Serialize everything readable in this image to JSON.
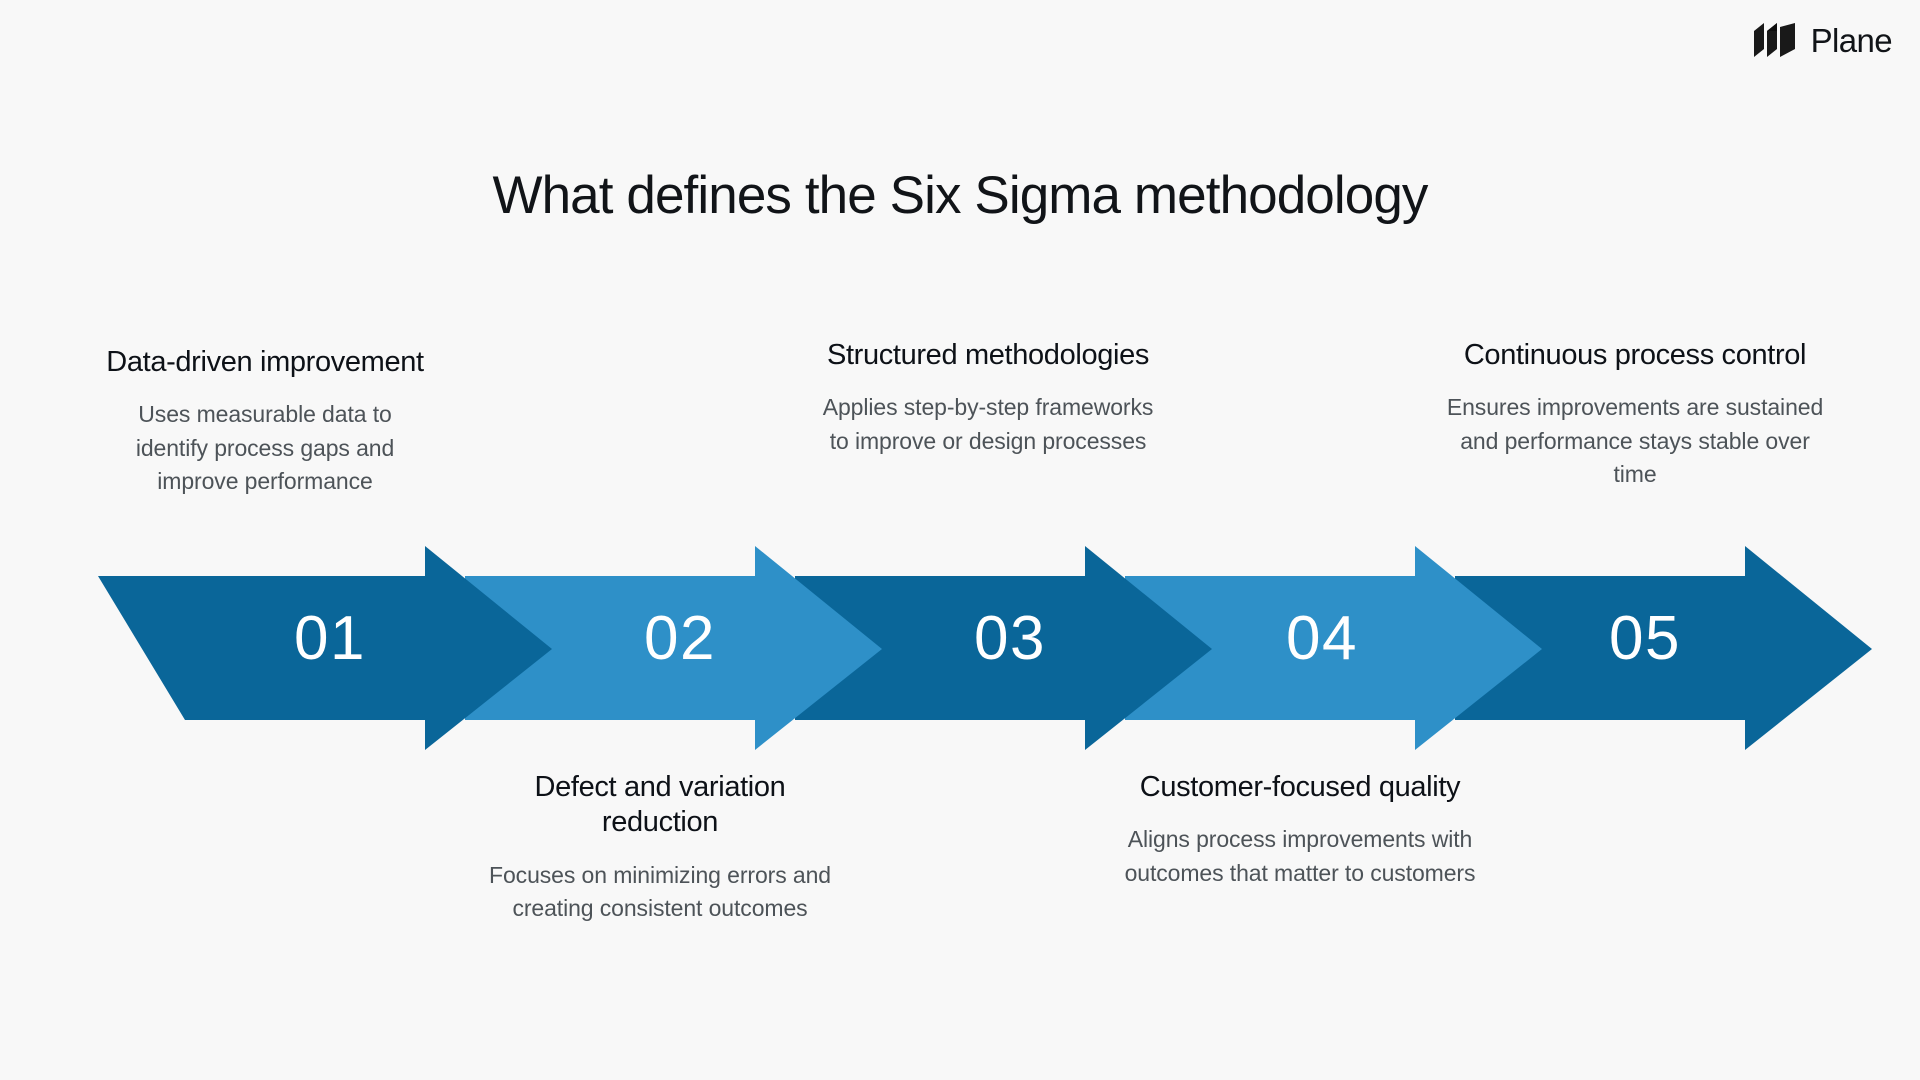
{
  "brand": {
    "name": "Plane",
    "logo_icon": "plane-logo-icon"
  },
  "header": {
    "title": "What defines the Six Sigma methodology"
  },
  "colors": {
    "background": "#f8f8f8",
    "arrow_dark": "#0a6699",
    "arrow_light": "#2e90c8",
    "number_text": "#ffffff",
    "title_text": "#111418",
    "body_text": "#4d5358"
  },
  "chart_data": {
    "type": "process-flow",
    "title": "What defines the Six Sigma methodology",
    "orientation": "horizontal",
    "step_count": 5,
    "steps": [
      {
        "number": "01",
        "title": "Data-driven improvement",
        "description": "Uses measurable data to identify process gaps and improve performance",
        "label_position": "above",
        "color": "#0a6699"
      },
      {
        "number": "02",
        "title": "Defect and variation reduction",
        "description": "Focuses on minimizing errors and creating consistent outcomes",
        "label_position": "below",
        "color": "#2e90c8"
      },
      {
        "number": "03",
        "title": "Structured methodologies",
        "description": "Applies step-by-step frameworks to improve or design processes",
        "label_position": "above",
        "color": "#0a6699"
      },
      {
        "number": "04",
        "title": "Customer-focused quality",
        "description": "Aligns process improvements with outcomes that matter to customers",
        "label_position": "below",
        "color": "#2e90c8"
      },
      {
        "number": "05",
        "title": "Continuous process control",
        "description": "Ensures improvements are sustained and performance stays stable over time",
        "label_position": "above",
        "color": "#0a6699"
      }
    ]
  }
}
